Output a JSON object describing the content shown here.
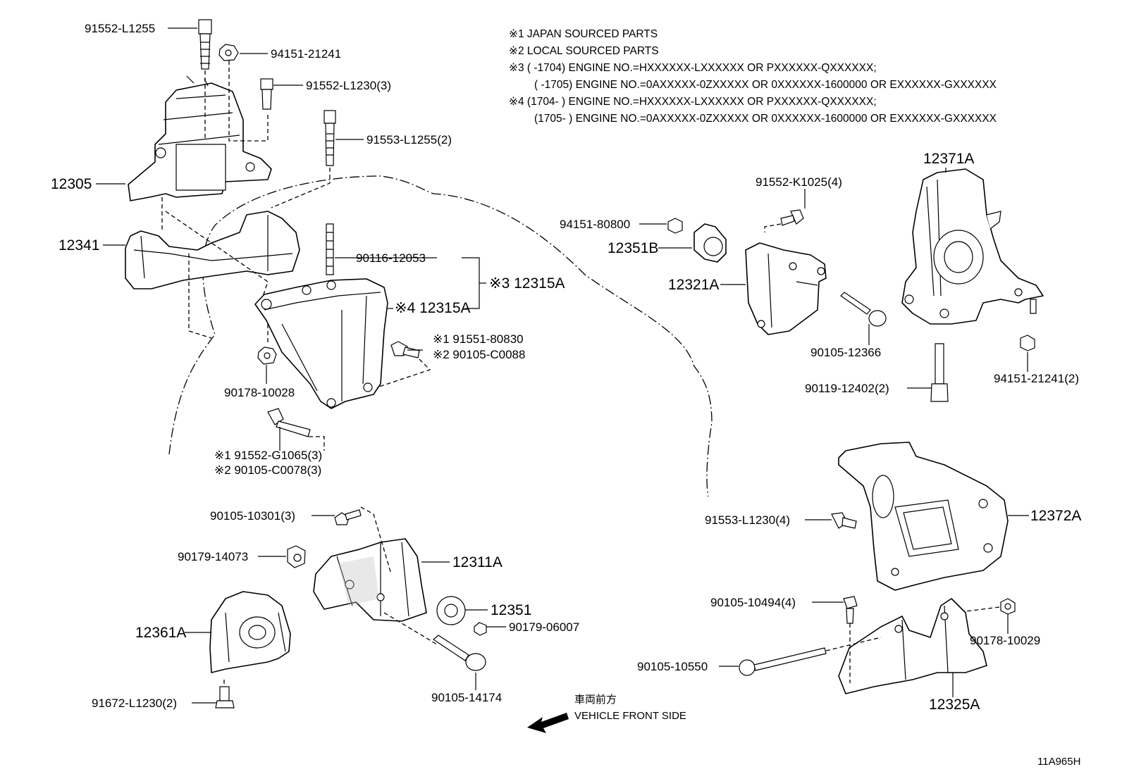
{
  "notes": [
    "※1 JAPAN SOURCED PARTS",
    "※2 LOCAL SOURCED PARTS",
    "※3 (      -1704) ENGINE NO.=HXXXXXX-LXXXXXX OR PXXXXXX-QXXXXXX;",
    "(      -1705) ENGINE NO.=0AXXXXX-0ZXXXXX OR 0XXXXXX-1600000 OR EXXXXXX-GXXXXXX",
    "※4 (1704-       ) ENGINE NO.=HXXXXXX-LXXXXXX OR PXXXXXX-QXXXXXX;",
    "(1705-       ) ENGINE NO.=0AXXXXX-0ZXXXXX OR 0XXXXXX-1600000 OR EXXXXXX-GXXXXXX"
  ],
  "labels": {
    "p91552_L1255": "91552-L1255",
    "p94151_21241_a": "94151-21241",
    "p91552_L1230": "91552-L1230(3)",
    "p91553_L1255": "91553-L1255(2)",
    "p12305": "12305",
    "p12341": "12341",
    "p90116_12053": "90116-12053",
    "p12315A_3": "※3 12315A",
    "p12315A_4": "※4 12315A",
    "p91551_80830": "※1 91551-80830",
    "p90105_C0088": "※2 90105-C0088",
    "p90178_10028": "90178-10028",
    "p91552_G1065": "※1 91552-G1065(3)",
    "p90105_C0078": "※2 90105-C0078(3)",
    "p90105_10301": "90105-10301(3)",
    "p90179_14073": "90179-14073",
    "p12311A": "12311A",
    "p12351": "12351",
    "p90179_06007": "90179-06007",
    "p12361A": "12361A",
    "p90105_14174": "90105-14174",
    "p91672_L1230": "91672-L1230(2)",
    "p91552_K1025": "91552-K1025(4)",
    "p94151_80800": "94151-80800",
    "p12351B": "12351B",
    "p12321A": "12321A",
    "p90105_12366": "90105-12366",
    "p12371A": "12371A",
    "p90119_12402": "90119-12402(2)",
    "p94151_21241_b": "94151-21241(2)",
    "p91553_L1230": "91553-L1230(4)",
    "p12372A": "12372A",
    "p90105_10494": "90105-10494(4)",
    "p90178_10029": "90178-10029",
    "p90105_10550": "90105-10550",
    "p12325A": "12325A"
  },
  "front": {
    "jp": "車両前方",
    "en": "VEHICLE FRONT SIDE"
  },
  "code": "11A965H"
}
